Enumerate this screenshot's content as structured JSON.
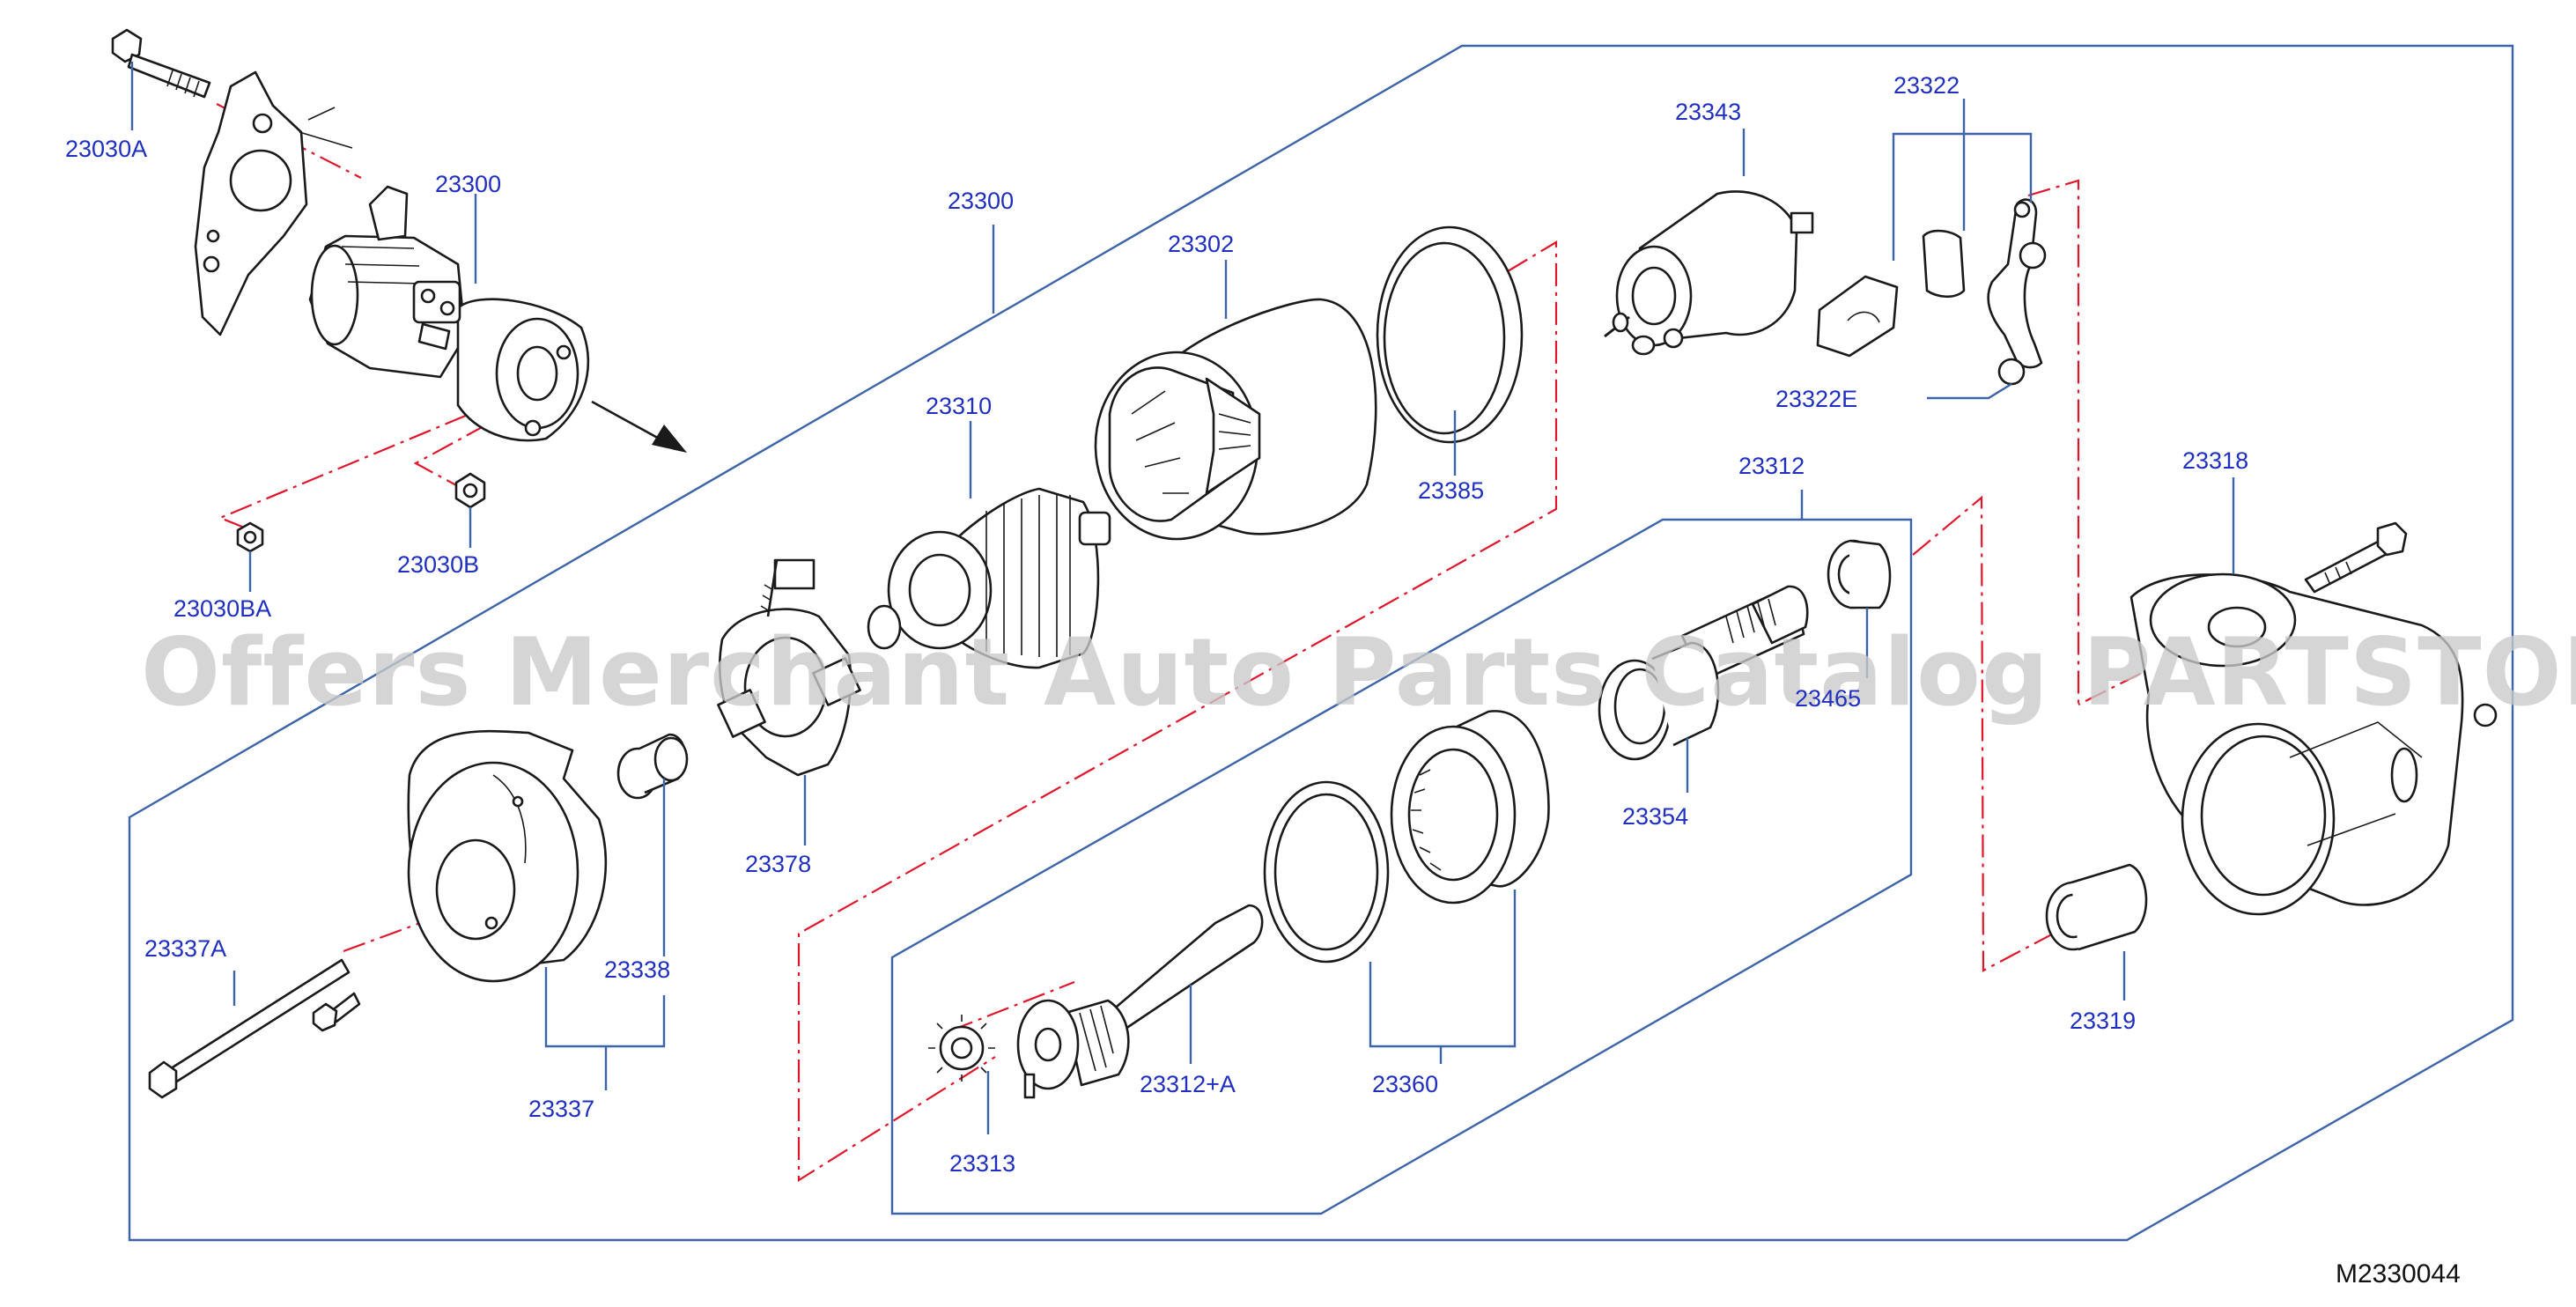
{
  "diagram": {
    "code": "M2330044",
    "watermark": "Offers Merchant Auto Parts Catalog PARTSTORE.SA",
    "callouts": {
      "p23030A": "23030A",
      "p23300_top": "23300",
      "p23030BA": "23030BA",
      "p23030B": "23030B",
      "p23300_frame": "23300",
      "p23302": "23302",
      "p23310": "23310",
      "p23385": "23385",
      "p23343": "23343",
      "p23322": "23322",
      "p23322E": "23322E",
      "p23312": "23312",
      "p23318": "23318",
      "p23465": "23465",
      "p23378": "23378",
      "p23354": "23354",
      "p23337A": "23337A",
      "p23338": "23338",
      "p23337": "23337",
      "p23360": "23360",
      "p23312A": "23312+A",
      "p23313": "23313",
      "p23319": "23319"
    }
  }
}
